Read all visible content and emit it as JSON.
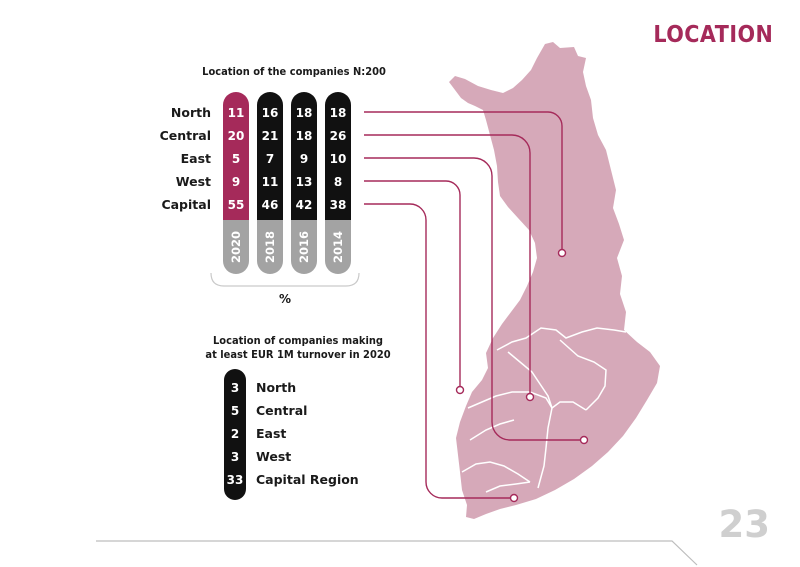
{
  "title": "LOCATION",
  "page_number": "23",
  "colors": {
    "accent": "#a52a5a",
    "black": "#111111",
    "grey": "#a3a3a3",
    "map": "#d6a9b9",
    "border": "#ffffff"
  },
  "chart_data": [
    {
      "type": "table",
      "title": "Location of the companies N:200",
      "unit_label": "%",
      "rows": [
        "North",
        "Central",
        "East",
        "West",
        "Capital"
      ],
      "series": [
        {
          "name": "2020",
          "values": [
            11,
            20,
            5,
            9,
            55
          ],
          "color": "#a52a5a"
        },
        {
          "name": "2018",
          "values": [
            16,
            21,
            7,
            11,
            46
          ],
          "color": "#111111"
        },
        {
          "name": "2016",
          "values": [
            18,
            18,
            9,
            13,
            42
          ],
          "color": "#111111"
        },
        {
          "name": "2014",
          "values": [
            18,
            26,
            10,
            8,
            38
          ],
          "color": "#111111"
        }
      ]
    },
    {
      "type": "table",
      "title_line1": "Location of companies making",
      "title_line2": "at least EUR 1M turnover in 2020",
      "values": [
        3,
        5,
        2,
        3,
        33
      ],
      "labels": [
        "North",
        "Central",
        "East",
        "West",
        "Capital Region"
      ]
    }
  ]
}
